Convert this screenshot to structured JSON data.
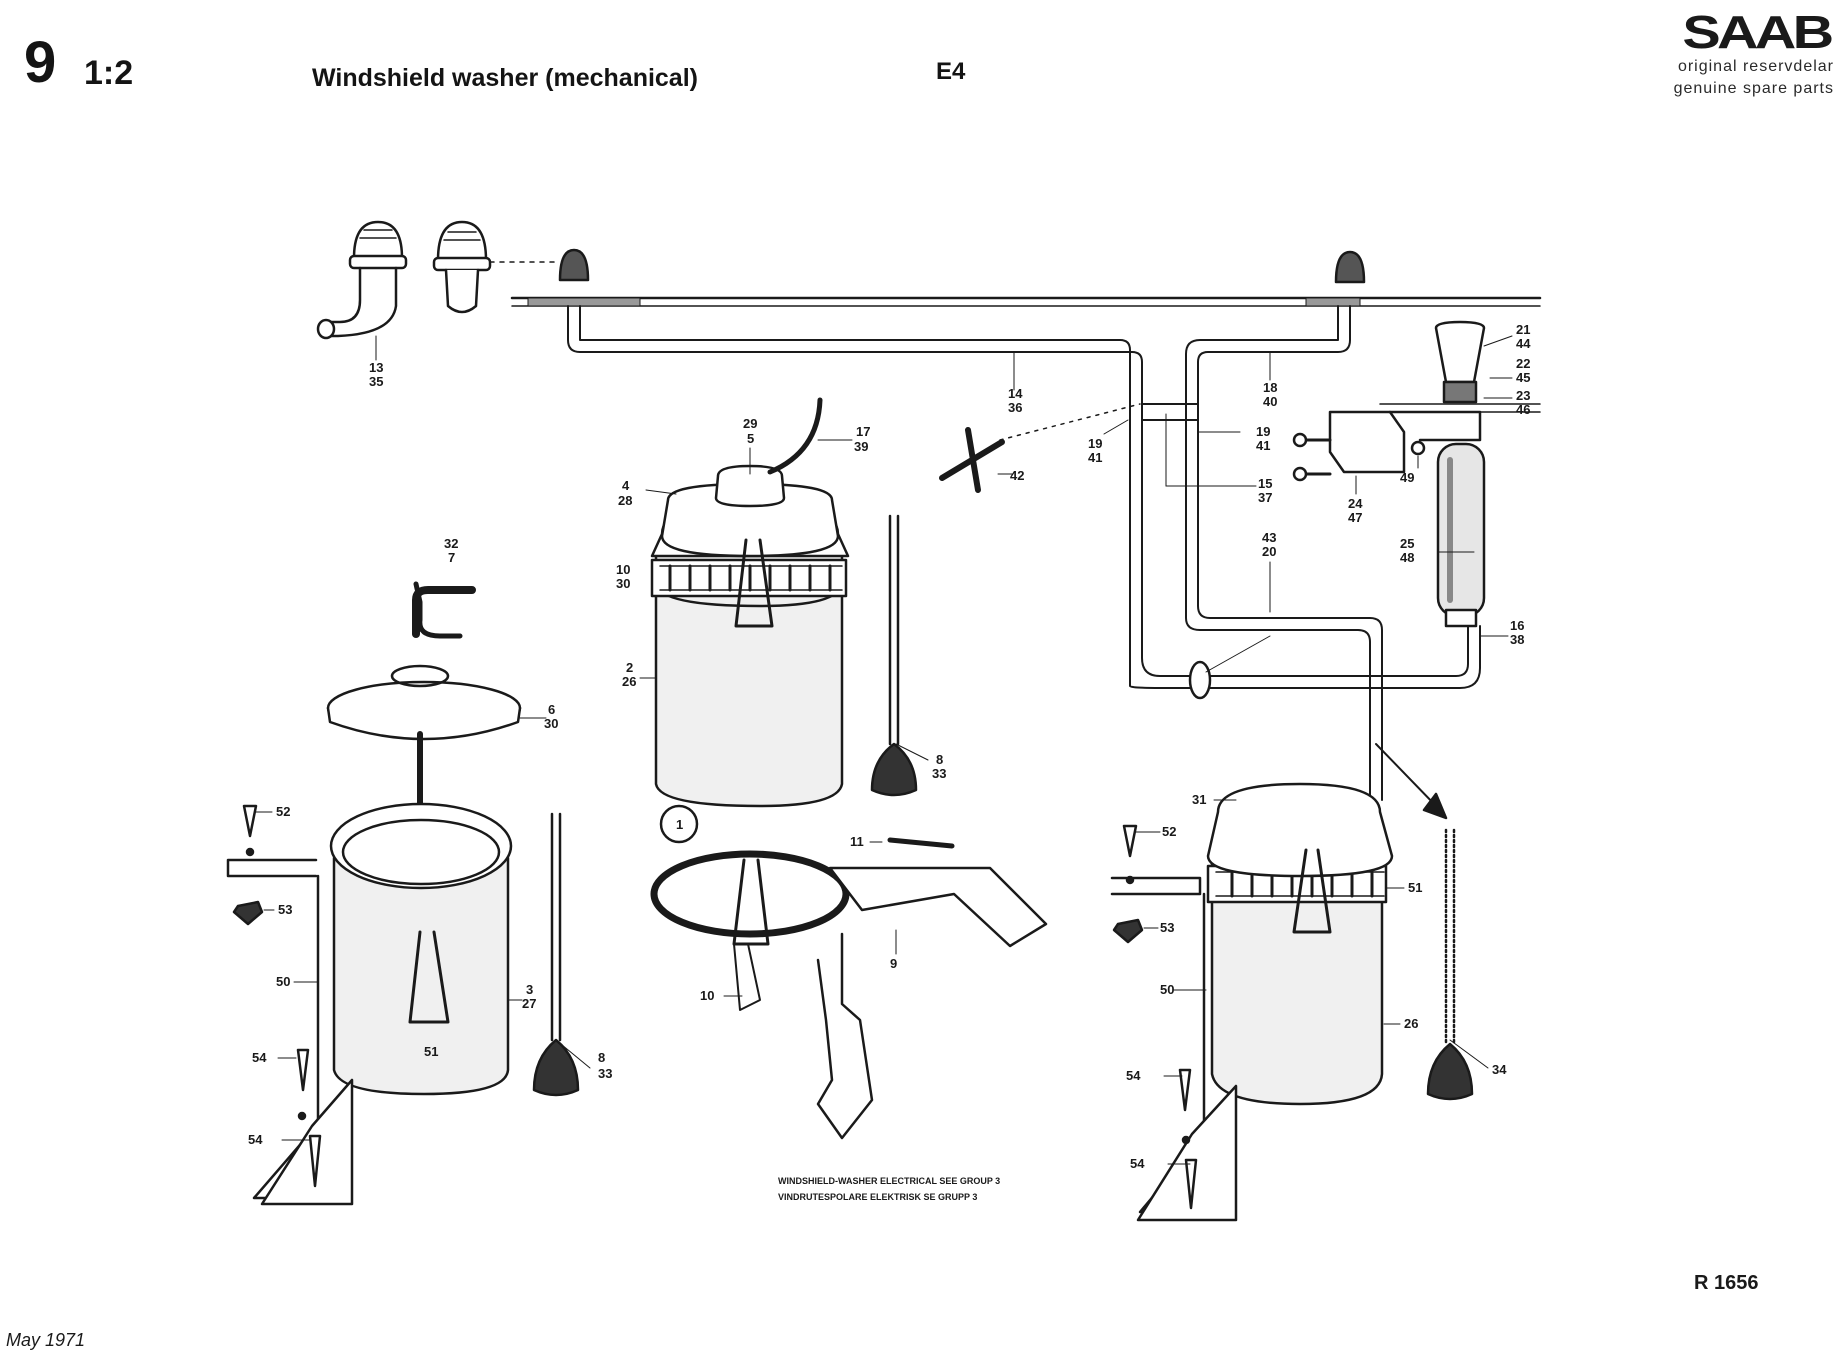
{
  "header": {
    "group_number": "9",
    "scale": "1:2",
    "title": "Windshield washer (mechanical)",
    "code": "E4"
  },
  "brand": {
    "logo_text": "SAAB",
    "line1": "original reservdelar",
    "line2": "genuine spare parts"
  },
  "footer": {
    "reference": "R 1656",
    "date": "May 1971"
  },
  "diagram": {
    "callouts": {
      "c13": "13",
      "c35": "35",
      "c14": "14",
      "c36": "36",
      "c18": "18",
      "c40": "40",
      "c21": "21",
      "c44": "44",
      "c22": "22",
      "c45": "45",
      "c23": "23",
      "c46": "46",
      "c29": "29",
      "c5": "5",
      "c17": "17",
      "c39": "39",
      "c4": "4",
      "c28": "28",
      "c42": "42",
      "c19a": "19",
      "c41a": "41",
      "c19b": "19",
      "c41b": "41",
      "c15": "15",
      "c37": "37",
      "c24": "24",
      "c47": "47",
      "c49": "49",
      "c32": "32",
      "c7": "7",
      "c10a": "10",
      "c30a": "30",
      "c43": "43",
      "c20": "20",
      "c25": "25",
      "c48": "48",
      "c2": "2",
      "c26a": "26",
      "c16": "16",
      "c38": "38",
      "c6": "6",
      "c30b": "30",
      "c8a": "8",
      "c33a": "33",
      "c31": "31",
      "c52a": "52",
      "c52b": "52",
      "c1": "1",
      "c11": "11",
      "c53a": "53",
      "c53b": "53",
      "c51a": "51",
      "c51b": "51",
      "c50a": "50",
      "c50b": "50",
      "c9": "9",
      "c3": "3",
      "c27": "27",
      "c10b": "10",
      "c26b": "26",
      "c54a": "54",
      "c54b": "54",
      "c54c": "54",
      "c54d": "54",
      "c8b": "8",
      "c33b": "33",
      "c34": "34"
    },
    "note_line1": "WINDSHIELD-WASHER ELECTRICAL SEE GROUP 3",
    "note_line2": "VINDRUTESPOLARE ELEKTRISK SE GRUPP 3"
  }
}
